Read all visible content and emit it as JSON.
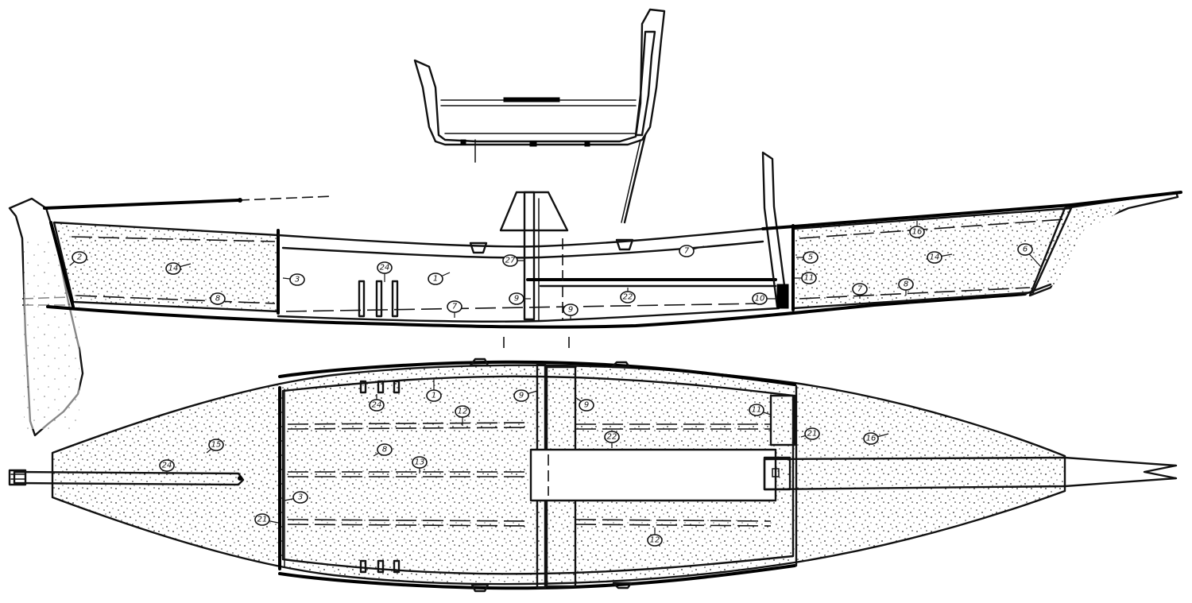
{
  "callouts": {
    "profile": [
      {
        "label": "2"
      },
      {
        "label": "14"
      },
      {
        "label": "8"
      },
      {
        "label": "3"
      },
      {
        "label": "24"
      },
      {
        "label": "1"
      },
      {
        "label": "7"
      },
      {
        "label": "27"
      },
      {
        "label": "9"
      },
      {
        "label": "9"
      },
      {
        "label": "22"
      },
      {
        "label": "7"
      },
      {
        "label": "10"
      },
      {
        "label": "5"
      },
      {
        "label": "11"
      },
      {
        "label": "16"
      },
      {
        "label": "14"
      },
      {
        "label": "7"
      },
      {
        "label": "8"
      },
      {
        "label": "6"
      }
    ],
    "plan": [
      {
        "label": "24"
      },
      {
        "label": "1"
      },
      {
        "label": "9"
      },
      {
        "label": "9"
      },
      {
        "label": "11"
      },
      {
        "label": "12"
      },
      {
        "label": "15"
      },
      {
        "label": "8"
      },
      {
        "label": "13"
      },
      {
        "label": "22"
      },
      {
        "label": "21"
      },
      {
        "label": "16"
      },
      {
        "label": "24"
      },
      {
        "label": "3"
      },
      {
        "label": "21"
      },
      {
        "label": "12"
      }
    ]
  }
}
